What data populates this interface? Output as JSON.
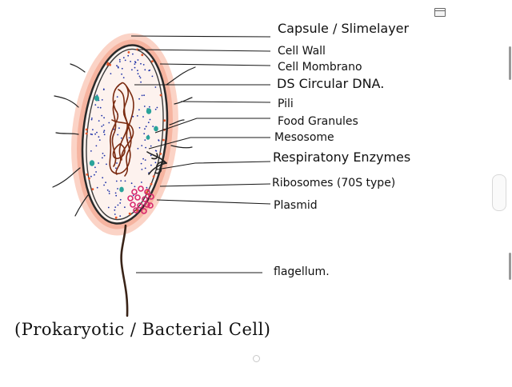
{
  "labels": {
    "capsule": "Capsule / Slimelayer",
    "cell_wall": "Cell Wall",
    "cell_membrane": "Cell Mombrano",
    "dna": "DS Circular DNA.",
    "pili": "Pili",
    "food_granules": "Food Granules",
    "mesosome": "Mesosome",
    "respiratory_enzymes": "Respiratony Enzymes",
    "ribosomes": "Ribosomes (70S type)",
    "plasmid": "Plasmid",
    "flagellum": "flagellum."
  },
  "caption": "(Prokaryotic / Bacterial Cell)",
  "colors": {
    "capsule": "#f4a48e",
    "capsule_light": "#fbd3c6",
    "wall": "#2a2a2a",
    "cytoplasm": "#fdf2ee",
    "dna": "#7a2a10",
    "ribosome": "#1c2fa6",
    "granule": "#2aa39a",
    "plasmid": "#d8286e",
    "orange_dots": "#e8552a",
    "ink": "#111111"
  },
  "icons": [
    "window-icon",
    "scroll-handle-icon"
  ]
}
